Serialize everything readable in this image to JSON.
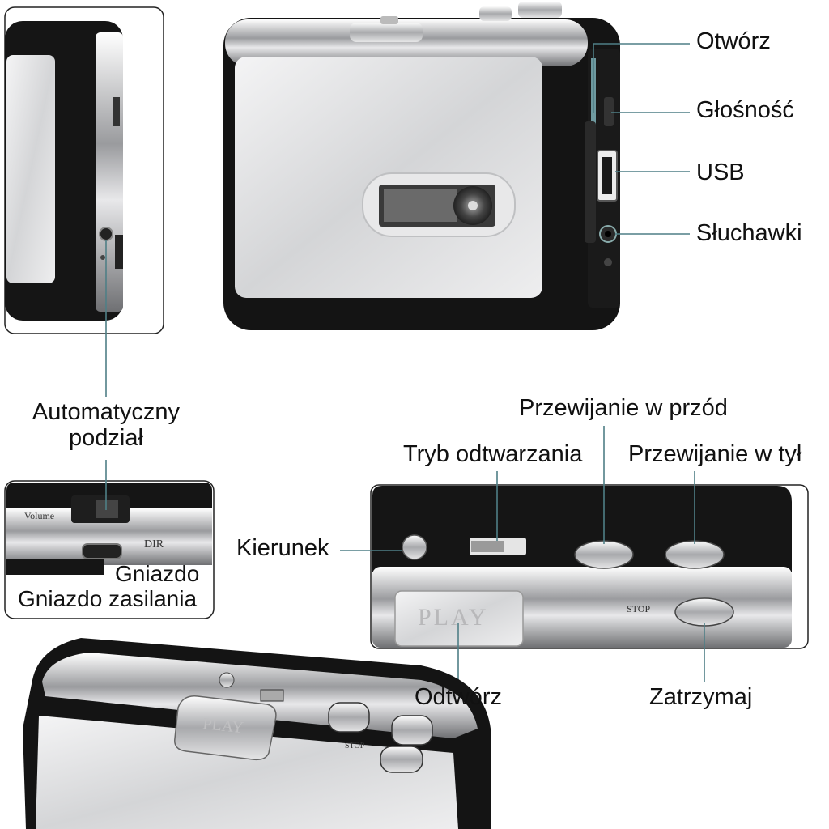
{
  "labels": {
    "open": "Otwórz",
    "volume": "Głośność",
    "usb": "USB",
    "headphones": "Słuchawki",
    "auto_split_1": "Automatyczny",
    "auto_split_2": "podział",
    "socket": "Gniazdo",
    "power_socket": "Gniazdo zasilania",
    "direction": "Kierunek",
    "play_mode": "Tryb odtwarzania",
    "fast_forward": "Przewijanie w przód",
    "rewind": "Przewijanie w tył",
    "play": "Odtwórz",
    "stop": "Zatrzymaj"
  },
  "device_markings": {
    "play_button": "PLAY",
    "stop_text": "STOP",
    "volume_text": "Volume",
    "dir_text": "DIR"
  },
  "colors": {
    "callout_line": "#4f7f86",
    "device_black": "#151515",
    "silver": "#d9dadc"
  }
}
